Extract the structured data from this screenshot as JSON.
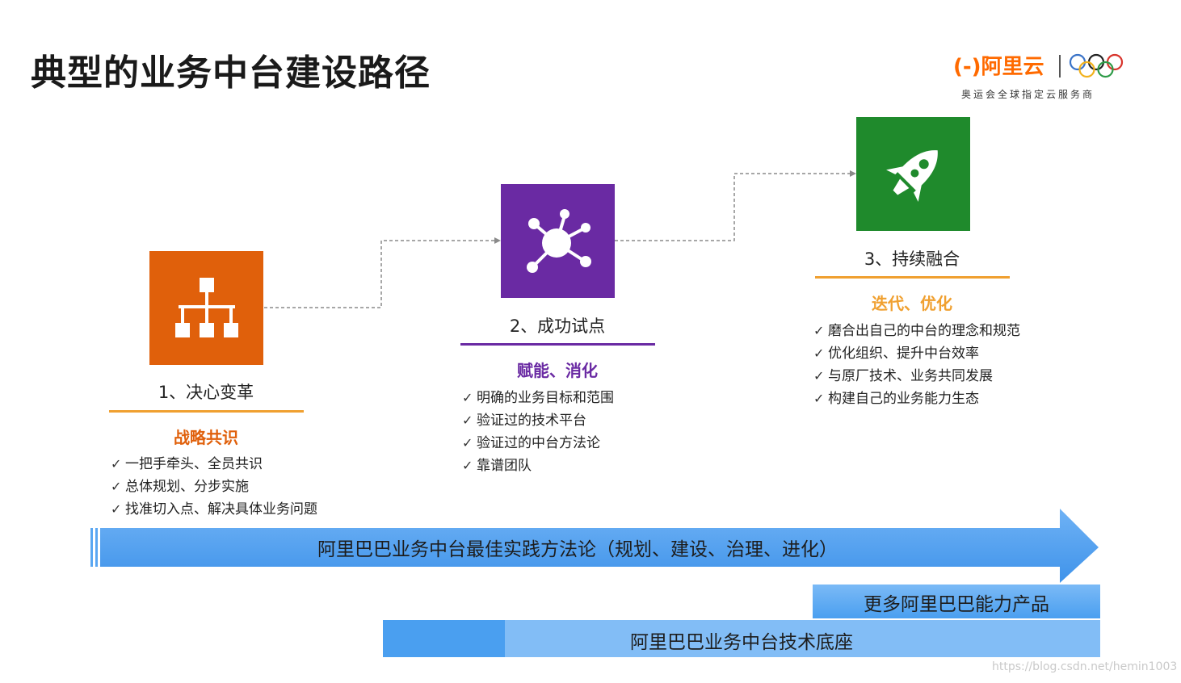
{
  "title": "典型的业务中台建设路径",
  "logo": {
    "brand": "(-)阿里云",
    "subtitle": "奥运会全球指定云服务商",
    "brand_color": "#ff6a00"
  },
  "steps": [
    {
      "label": "1、决心变革",
      "heading": "战略共识",
      "color": "#e0600b",
      "icon": "org-chart-icon",
      "bullets": [
        "一把手牵头、全员共识",
        "总体规划、分步实施",
        "找准切入点、解决具体业务问题"
      ]
    },
    {
      "label": "2、成功试点",
      "heading": "赋能、消化",
      "color": "#6a2aa3",
      "icon": "network-hub-icon",
      "bullets": [
        "明确的业务目标和范围",
        "验证过的技术平台",
        "验证过的中台方法论",
        "靠谱团队"
      ]
    },
    {
      "label": "3、持续融合",
      "heading": "迭代、优化",
      "color": "#1f8a2c",
      "icon": "rocket-icon",
      "bullets": [
        "磨合出自己的中台的理念和规范",
        "优化组织、提升中台效率",
        "与原厂技术、业务共同发展",
        "构建自己的业务能力生态"
      ]
    }
  ],
  "check_glyph": "✓",
  "arrow_band": {
    "text": "阿里巴巴业务中台最佳实践方法论（规划、建设、治理、进化）"
  },
  "product_band": {
    "text": "更多阿里巴巴能力产品"
  },
  "base_band": {
    "text": "阿里巴巴业务中台技术底座"
  },
  "colors": {
    "band_blue": "#4a9ff0",
    "band_light": "#7fbaf5",
    "underline_orange": "#f0a030"
  },
  "watermark": "https://blog.csdn.net/hemin1003"
}
